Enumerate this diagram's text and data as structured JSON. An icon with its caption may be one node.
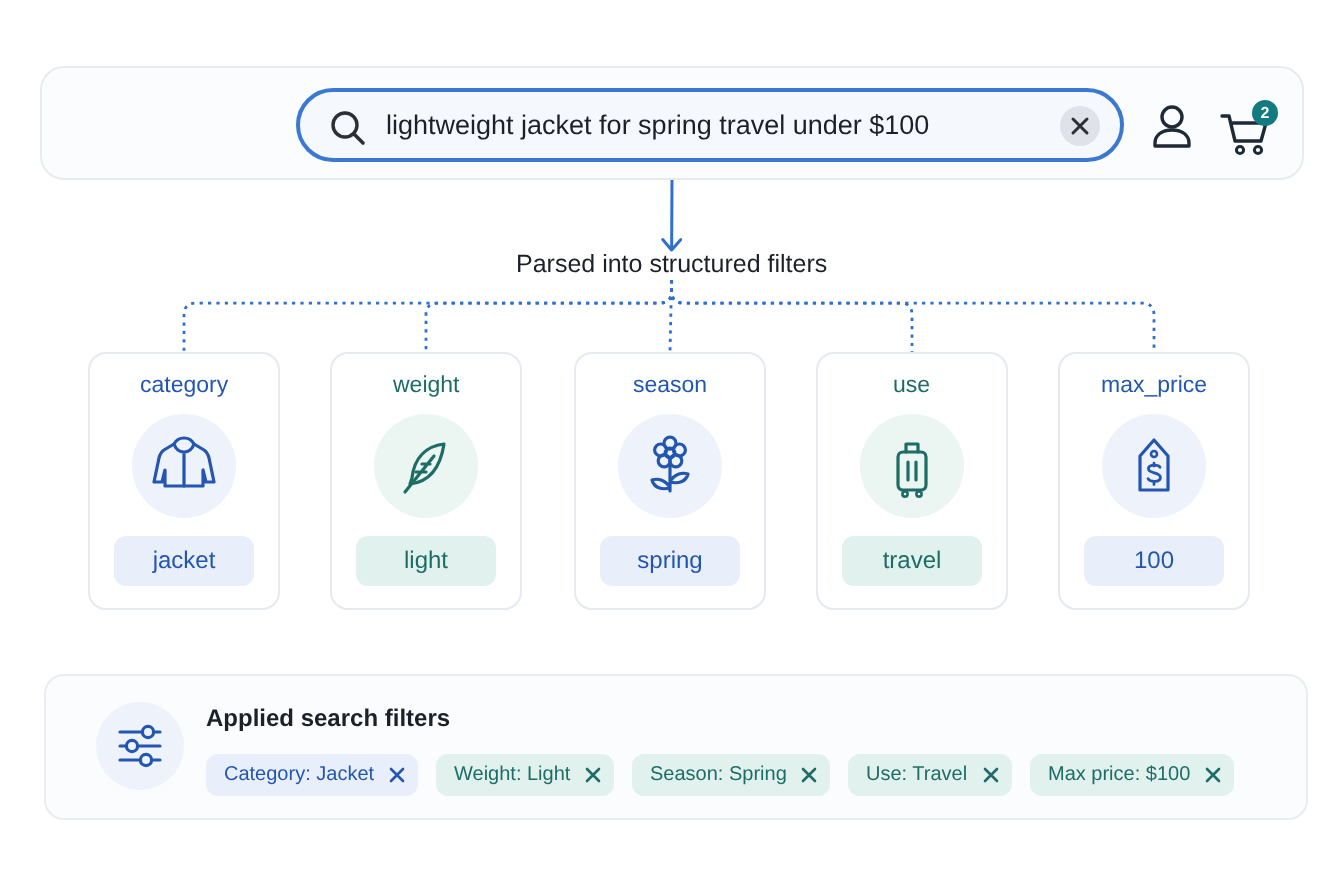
{
  "diagram": {
    "nodes": [
      {
        "text": [],
        "shape": "box"
      },
      {
        "text": [
          "lightweight jacket for spring travel under $100"
        ],
        "in": 0
      },
      {
        "text": [
          "Parsed into structured filters"
        ]
      },
      {
        "text": [
          "category",
          "jacket"
        ]
      },
      {
        "text": [
          "weight",
          "light"
        ]
      },
      {
        "text": [
          "season",
          "spring"
        ]
      },
      {
        "text": [
          "use",
          "travel"
        ]
      },
      {
        "text": [
          "max_price",
          "100"
        ]
      },
      {
        "text": [
          "Applied search filters"
        ]
      },
      {
        "text": [
          "Category: Jacket"
        ],
        "in": 8
      },
      {
        "text": [
          "Weight: Light"
        ],
        "in": 8
      },
      {
        "text": [
          "Season: Spring"
        ],
        "in": 8
      },
      {
        "text": [
          "Use: Travel"
        ],
        "in": 8
      },
      {
        "text": [
          "Max price: $100"
        ],
        "in": 8
      }
    ],
    "edges": [
      {
        "from": 0,
        "to": 2,
        "arrow": "to"
      },
      {
        "from": 2,
        "to": 3,
        "arrow": "none",
        "style": "dashed"
      },
      {
        "from": 2,
        "to": 4,
        "arrow": "none",
        "style": "dashed"
      },
      {
        "from": 2,
        "to": 5,
        "arrow": "none",
        "style": "dashed"
      },
      {
        "from": 2,
        "to": 6,
        "arrow": "none",
        "style": "dashed"
      },
      {
        "from": 2,
        "to": 7,
        "arrow": "none",
        "style": "dashed"
      }
    ],
    "labels": [
      "2"
    ]
  }
}
